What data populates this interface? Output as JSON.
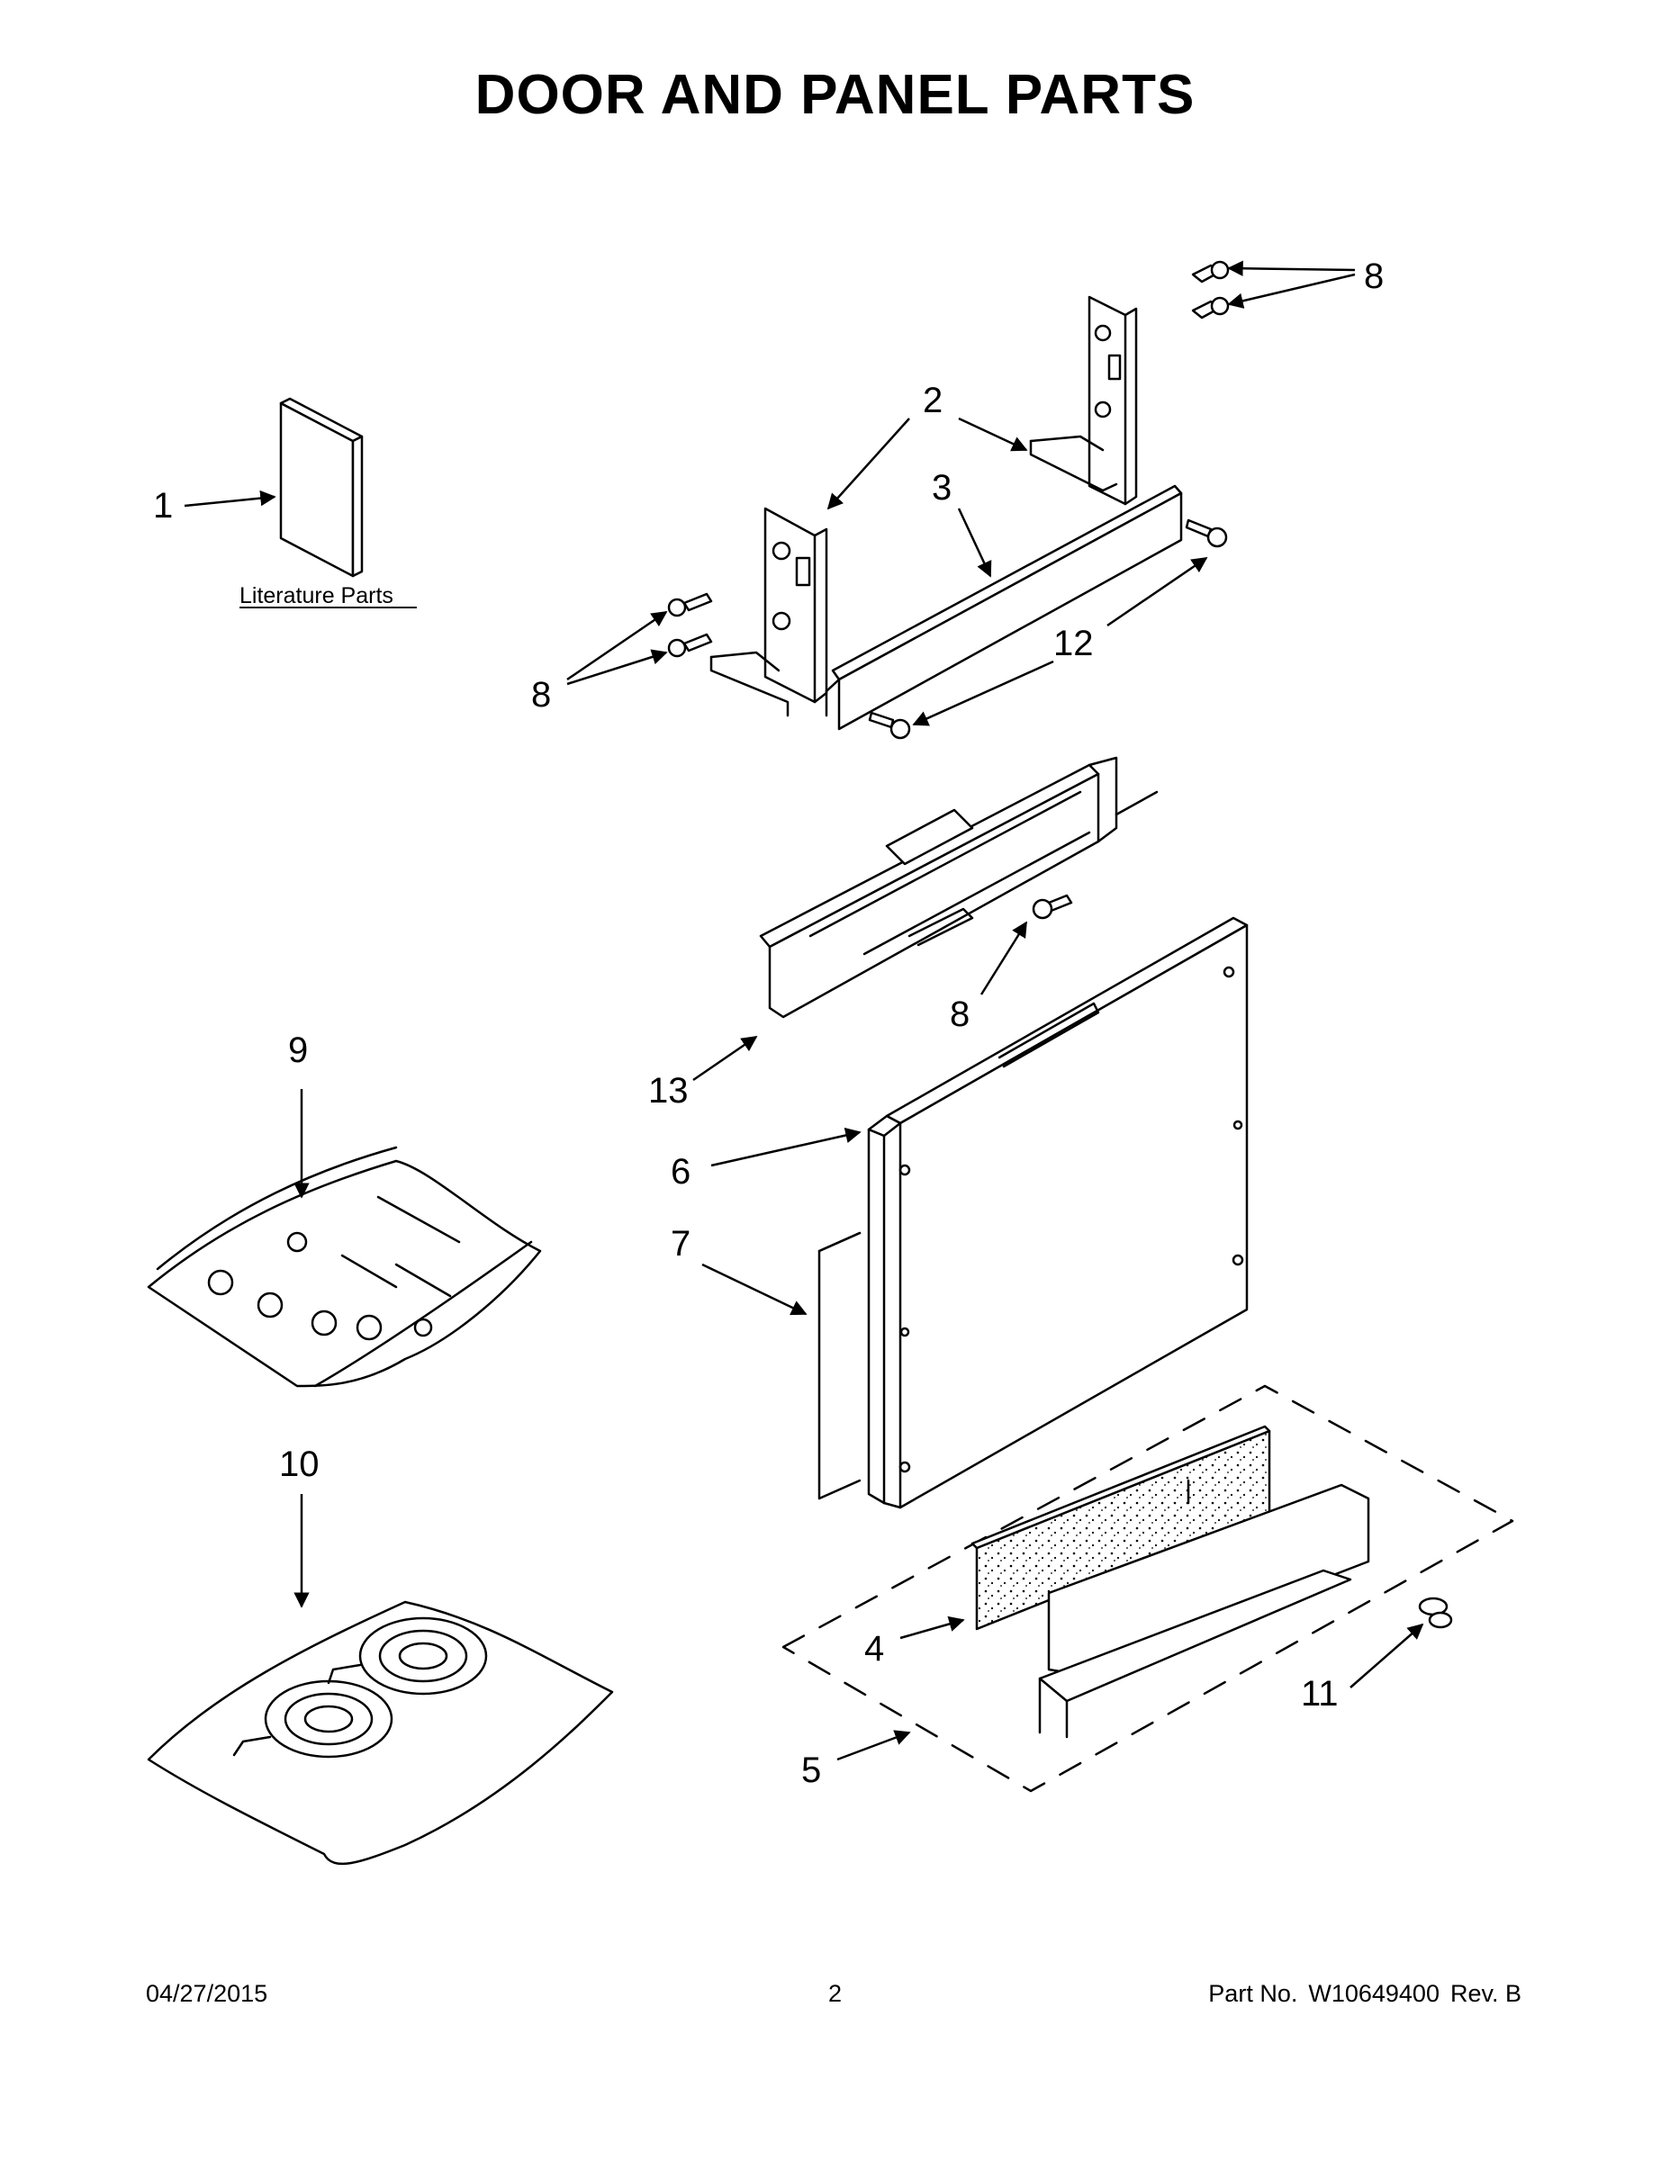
{
  "title": "DOOR AND PANEL PARTS",
  "literature_label": "Literature Parts",
  "callouts": {
    "c1": "1",
    "c2": "2",
    "c3": "3",
    "c4": "4",
    "c5": "5",
    "c6": "6",
    "c7": "7",
    "c8": "8",
    "c9": "9",
    "c10": "10",
    "c11": "11",
    "c12": "12",
    "c13": "13"
  },
  "footer": {
    "date": "04/27/2015",
    "page": "2",
    "part_label": "Part No.",
    "part_number": "W10649400",
    "rev": "Rev.  B"
  }
}
